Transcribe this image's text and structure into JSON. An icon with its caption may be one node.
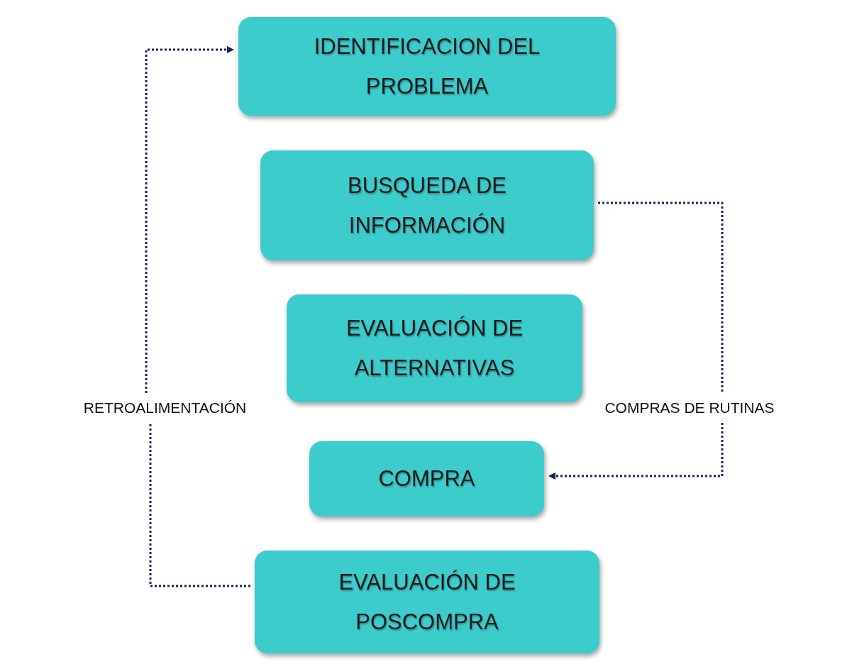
{
  "diagram": {
    "nodes": [
      {
        "text": [
          "IDENTIFICACION DEL PROBLEMA"
        ]
      },
      {
        "text": [
          "BUSQUEDA DE INFORMACIÓN"
        ]
      },
      {
        "text": [
          "EVALUACIÓN DE ALTERNATIVAS"
        ]
      },
      {
        "text": [
          "COMPRA"
        ]
      },
      {
        "text": [
          "EVALUACIÓN DE POSCOMPRA"
        ]
      },
      {
        "text": [
          "RETROALIMENTACIÓN"
        ]
      },
      {
        "text": [
          "COMPRAS DE RUTINAS"
        ]
      }
    ],
    "edges": [
      {
        "from": 4,
        "to": 5,
        "arrow": "none",
        "style": "dashed"
      },
      {
        "from": 5,
        "to": 0,
        "arrow": "to",
        "style": "dashed"
      },
      {
        "from": 1,
        "to": 6,
        "arrow": "none",
        "style": "dashed"
      },
      {
        "from": 6,
        "to": 3,
        "arrow": "to",
        "style": "dashed"
      }
    ]
  }
}
